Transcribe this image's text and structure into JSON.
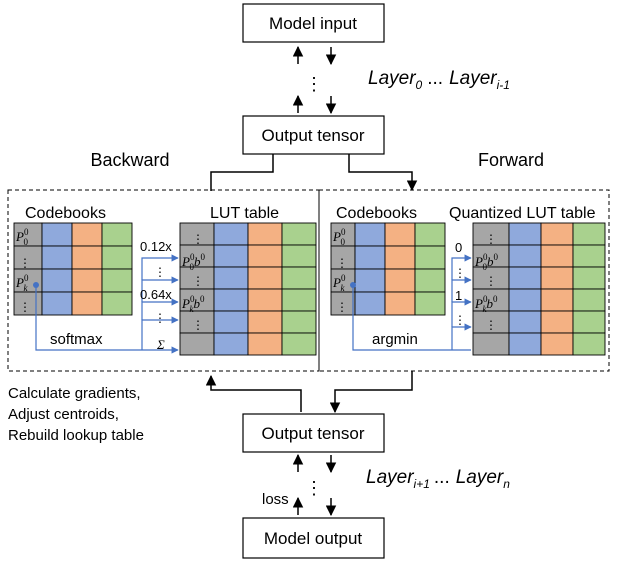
{
  "diagram": {
    "top_box": "Model input",
    "bottom_box": "Model output",
    "output_tensor_top": "Output tensor",
    "output_tensor_bottom": "Output tensor",
    "layers_top": {
      "l0": "Layer",
      "l0_sub": "0",
      "dots": "...",
      "li": "Layer",
      "li_sub": "i-1"
    },
    "layers_bottom": {
      "l1": "Layer",
      "l1_sub": "i+1",
      "dots": "...",
      "ln": "Layer",
      "ln_sub": "n"
    },
    "backward_label": "Backward",
    "forward_label": "Forward",
    "left_panel": {
      "codebooks_title": "Codebooks",
      "lut_title": "LUT table",
      "p0_label": "P",
      "p0_sup": "0",
      "p0_sub": "0",
      "pk_label": "P",
      "pk_sup": "0",
      "pk_sub": "k",
      "dots": "⋮",
      "weight1": "0.12x",
      "weight2": "0.64x",
      "lut_entry1": "P",
      "lut_entry1_b": "b",
      "lut_entry2": "P",
      "lut_entry2_b": "b",
      "softmax": "softmax",
      "sigma": "Σ"
    },
    "right_panel": {
      "codebooks_title": "Codebooks",
      "lut_title": "Quantized LUT table",
      "weight1": "0",
      "weight2": "1",
      "argmin": "argmin"
    },
    "side_note": [
      "Calculate gradients,",
      "Adjust centroids,",
      "Rebuild lookup table"
    ],
    "loss_label": "loss",
    "vdots": "⋮"
  },
  "colors": {
    "gray": "#a6a6a6",
    "blue": "#8fa9dc",
    "orange": "#f4b183",
    "green": "#a9d18e",
    "connector": "#4472c4"
  }
}
